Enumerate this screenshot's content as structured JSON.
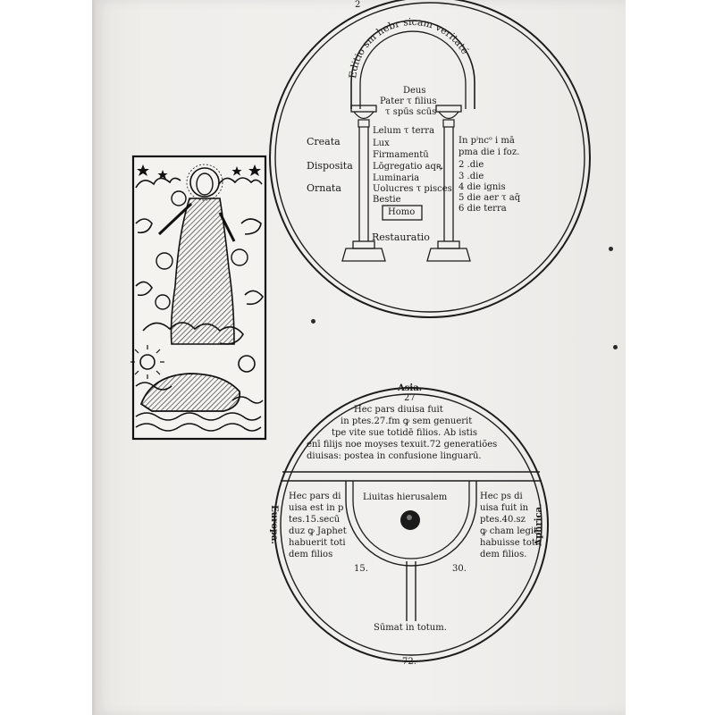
{
  "page_marker": "2",
  "diagram_top": {
    "arc_title": "Editio sm hebr sicam veritaté",
    "trinity": [
      "Deus",
      "Pater τ filius",
      "τ spūs scūs"
    ],
    "left_terms": [
      "Creata",
      "Disposita",
      "Ornata"
    ],
    "works": [
      "Lelum τ terra",
      "Lux",
      "Firmamentū",
      "Lōgregatio aqꝶ",
      "Luminaria",
      "Uolucres τ pisces",
      "Bestie"
    ],
    "homo": "Homo",
    "restauratio": "Restauratio",
    "days": [
      "In pⁱncᵒ i mā",
      "pma die i foz.",
      "2 .die",
      "3 .die",
      "4 die ignis",
      "5 die aer τ aq̄",
      "6 die terra"
    ]
  },
  "diagram_bottom": {
    "top_label": "Asia.",
    "top_number": "27",
    "asia_text": [
      "Hec pars diuisa fuit",
      "in ptes.27.fm ꝙ sem genuerit",
      "tpe vite sue totidē filios. Ab istis",
      "enī filijs noe moyses texuit.72 generatiões",
      "diuisas: postea in confusione linguarū."
    ],
    "city": "Liuitas hierusalem",
    "europa_label": "Europa.",
    "europa_text": [
      "Hec pars di",
      "uisa est in p",
      "tes.15.secū",
      "duz ꝙ Japhet",
      "habuerit toti",
      "dem filios"
    ],
    "aphrica_label": "Aphrica.",
    "aphrica_text": [
      "Hec ps di",
      "uisa fuit in",
      "ptes.40.sz",
      "ꝙ cham legit",
      "habuisse toti",
      "dem filios."
    ],
    "num_left": "15.",
    "num_right": "30.",
    "sum_text": "Sūmat in totum.",
    "total": "72."
  }
}
